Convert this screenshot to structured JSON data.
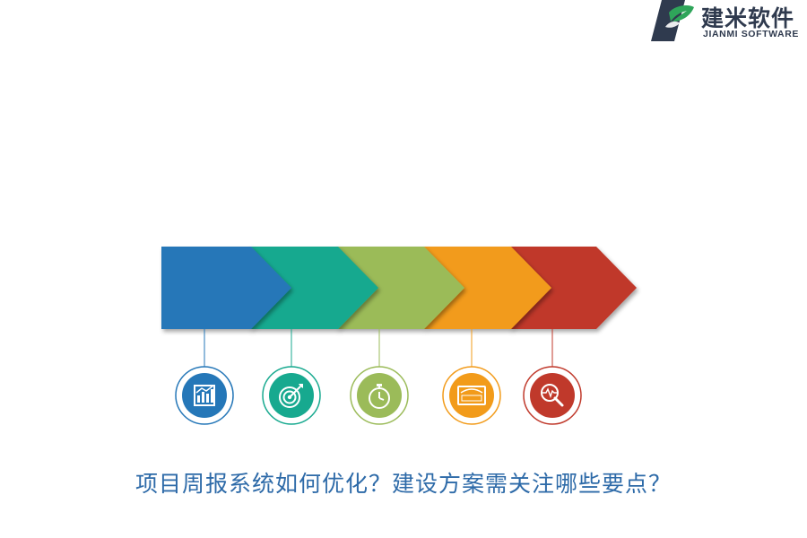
{
  "brand": {
    "name_cn": "建米软件",
    "name_en": "JIANMI SOFTWARE",
    "color": "#2f3a4e",
    "accent": "#2fa55a"
  },
  "process": {
    "steps": [
      {
        "color": "#2577b8",
        "icon": "bar-chart-icon"
      },
      {
        "color": "#17a98f",
        "icon": "target-icon"
      },
      {
        "color": "#9bbb59",
        "icon": "stopwatch-icon"
      },
      {
        "color": "#f29b1a",
        "icon": "monitor-icon"
      },
      {
        "color": "#c0392b",
        "icon": "magnifier-pulse-icon"
      }
    ]
  },
  "caption": "项目周报系统如何优化？建设方案需关注哪些要点？",
  "colors": {
    "caption": "#2d6aa8"
  }
}
